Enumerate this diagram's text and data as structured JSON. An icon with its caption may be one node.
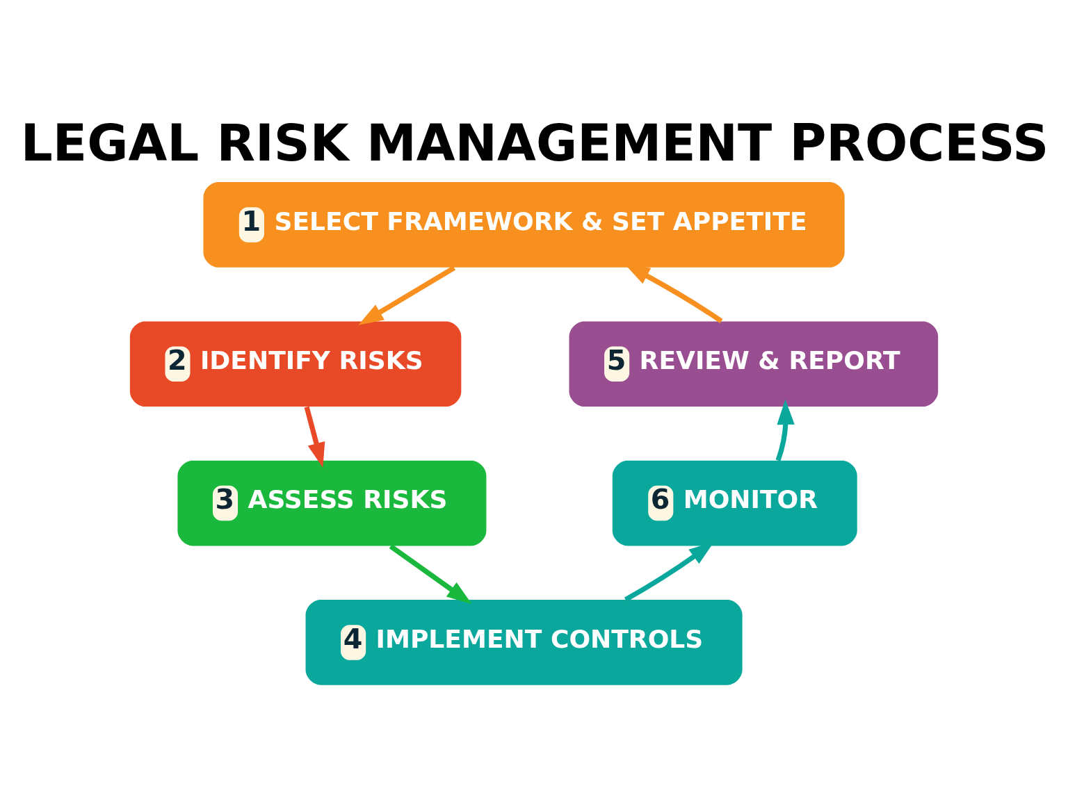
{
  "diagram": {
    "title": "LEGAL RISK MANAGEMENT PROCESS",
    "nodes": [
      {
        "text": [
          "1",
          "SELECT FRAMEWORK & SET APPETITE"
        ]
      },
      {
        "text": [
          "2",
          "IDENTIFY RISKS"
        ]
      },
      {
        "text": [
          "3",
          "ASSESS RISKS"
        ]
      },
      {
        "text": [
          "4",
          "IMPLEMENT CONTROLS"
        ]
      },
      {
        "text": [
          "5",
          "REVIEW & REPORT"
        ]
      },
      {
        "text": [
          "6",
          "MONITOR"
        ]
      }
    ],
    "edges": [
      {
        "from": 0,
        "to": 1,
        "arrow": "to",
        "color": "#f7901e"
      },
      {
        "from": 1,
        "to": 2,
        "arrow": "to",
        "color": "#e84a27"
      },
      {
        "from": 2,
        "to": 3,
        "arrow": "to",
        "color": "#1ab83c"
      },
      {
        "from": 3,
        "to": 5,
        "arrow": "to",
        "color": "#0aa89c"
      },
      {
        "from": 5,
        "to": 4,
        "arrow": "to",
        "color": "#0aa89c"
      },
      {
        "from": 4,
        "to": 0,
        "arrow": "to",
        "color": "#f7901e"
      }
    ]
  }
}
